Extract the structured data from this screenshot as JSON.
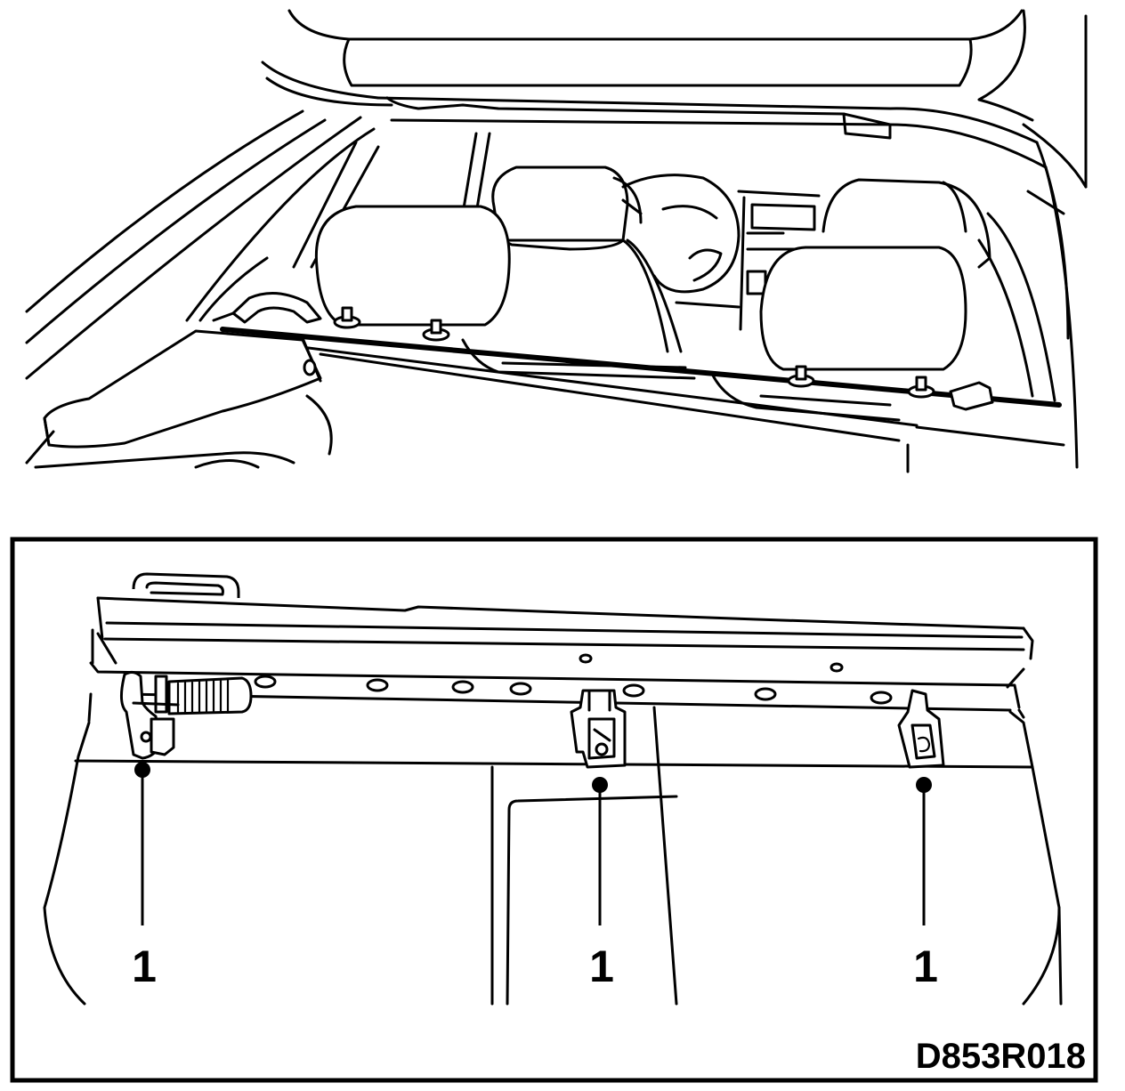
{
  "callouts": [
    {
      "label": "1",
      "part": "left-pin-with-spring"
    },
    {
      "label": "1",
      "part": "center-latch-clip"
    },
    {
      "label": "1",
      "part": "right-hook-clip"
    }
  ],
  "drawing_code": "D853R018"
}
